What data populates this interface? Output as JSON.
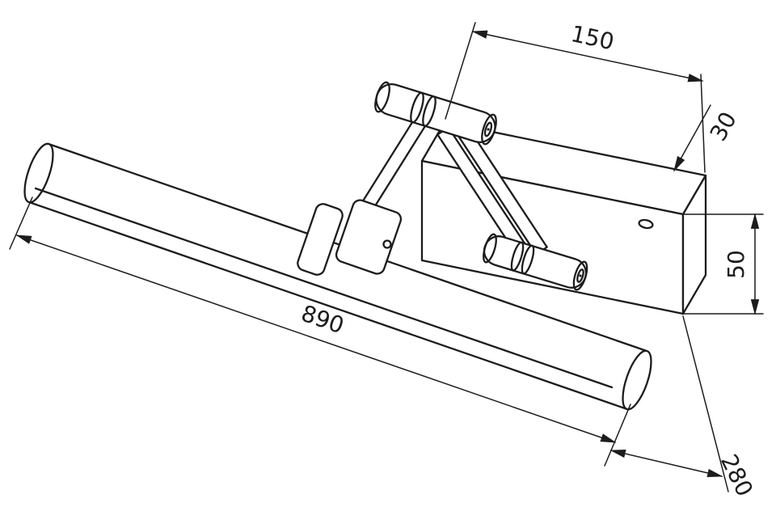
{
  "drawing": {
    "type": "technical-dimension-drawing",
    "subject": "wall-mounted picture light with articulated arm bracket",
    "background_color": "#ffffff",
    "line_color": "#1c1c1c",
    "labels": {
      "tube_length": "890",
      "bracket_width": "150",
      "bracket_depth": "30",
      "bracket_height": "50",
      "projection": "280"
    }
  }
}
